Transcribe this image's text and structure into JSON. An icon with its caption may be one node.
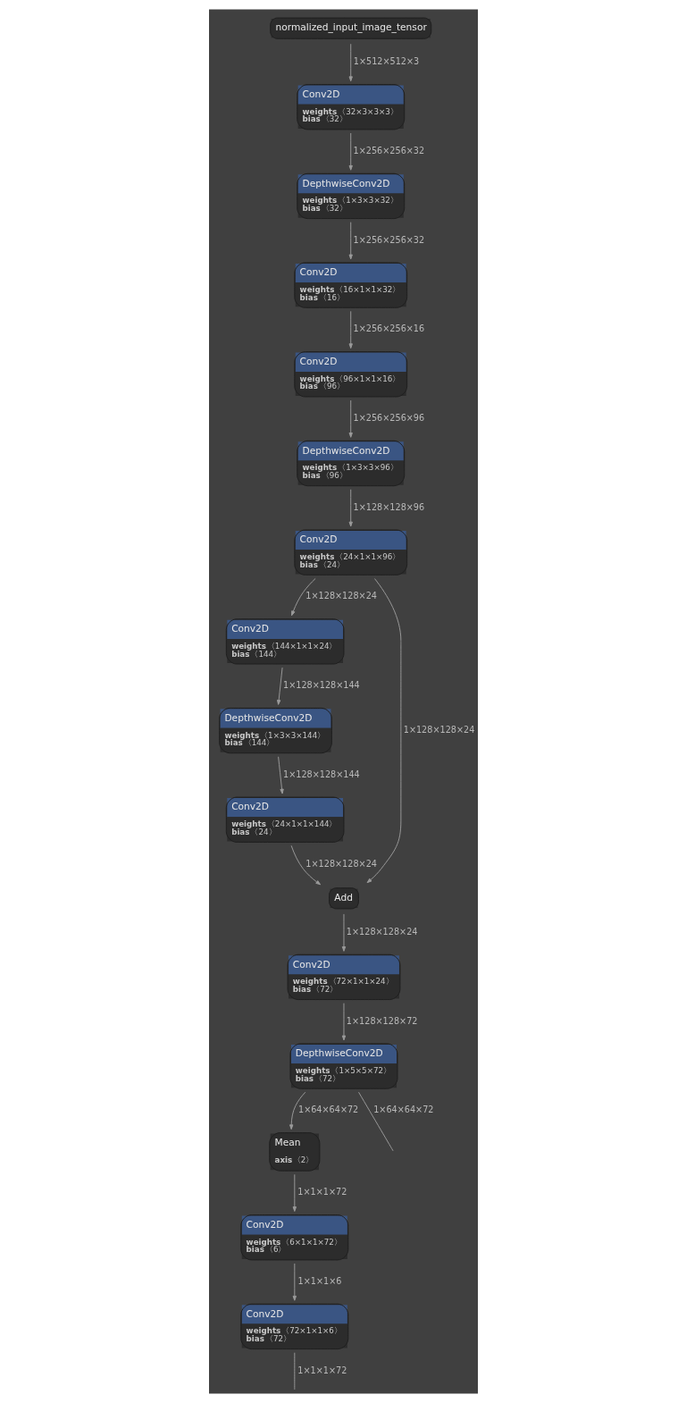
{
  "diagram": {
    "nodes": [
      {
        "text": [
          "normalized_input_image_tensor"
        ]
      },
      {
        "text": [
          "Conv2D",
          "weights〈32×3×3×3〉",
          "bias〈32〉"
        ]
      },
      {
        "text": [
          "DepthwiseConv2D",
          "weights〈1×3×3×32〉",
          "bias〈32〉"
        ]
      },
      {
        "text": [
          "Conv2D",
          "weights〈16×1×1×32〉",
          "bias〈16〉"
        ]
      },
      {
        "text": [
          "Conv2D",
          "weights〈96×1×1×16〉",
          "bias〈96〉"
        ]
      },
      {
        "text": [
          "DepthwiseConv2D",
          "weights〈1×3×3×96〉",
          "bias〈96〉"
        ]
      },
      {
        "text": [
          "Conv2D",
          "weights〈24×1×1×96〉",
          "bias〈24〉"
        ]
      },
      {
        "text": [
          "Conv2D",
          "weights〈144×1×1×24〉",
          "bias〈144〉"
        ]
      },
      {
        "text": [
          "DepthwiseConv2D",
          "weights〈1×3×3×144〉",
          "bias〈144〉"
        ]
      },
      {
        "text": [
          "Conv2D",
          "weights〈24×1×1×144〉",
          "bias〈24〉"
        ]
      },
      {
        "text": [
          "Add"
        ]
      },
      {
        "text": [
          "Conv2D",
          "weights〈72×1×1×24〉",
          "bias〈72〉"
        ]
      },
      {
        "text": [
          "DepthwiseConv2D",
          "weights〈1×5×5×72〉",
          "bias〈72〉"
        ]
      },
      {
        "text": [
          "Mean",
          "axis〈2〉"
        ]
      },
      {
        "text": [
          "Conv2D",
          "weights〈6×1×1×72〉",
          "bias〈6〉"
        ]
      },
      {
        "text": [
          "Conv2D",
          "weights〈72×1×1×6〉",
          "bias〈72〉"
        ]
      }
    ],
    "edges": [
      {
        "from": 0,
        "to": 1,
        "arrow": "to",
        "label": "1×512×512×3"
      },
      {
        "from": 1,
        "to": 2,
        "arrow": "to",
        "label": "1×256×256×32"
      },
      {
        "from": 2,
        "to": 3,
        "arrow": "to",
        "label": "1×256×256×32"
      },
      {
        "from": 3,
        "to": 4,
        "arrow": "to",
        "label": "1×256×256×16"
      },
      {
        "from": 4,
        "to": 5,
        "arrow": "to",
        "label": "1×256×256×96"
      },
      {
        "from": 5,
        "to": 6,
        "arrow": "to",
        "label": "1×128×128×96"
      },
      {
        "from": 6,
        "to": 10,
        "arrow": "to",
        "label": "1×128×128×24"
      },
      {
        "from": 6,
        "to": 7,
        "arrow": "to",
        "label": "1×128×128×24"
      },
      {
        "from": 7,
        "to": 8,
        "arrow": "to",
        "label": "1×128×128×144"
      },
      {
        "from": 8,
        "to": 9,
        "arrow": "to",
        "label": "1×128×128×144"
      },
      {
        "from": 9,
        "to": 10,
        "arrow": "to",
        "label": "1×128×128×24"
      },
      {
        "from": 10,
        "to": 11,
        "arrow": "to",
        "label": "1×128×128×24"
      },
      {
        "from": 11,
        "to": 12,
        "arrow": "to",
        "label": "1×128×128×72"
      },
      {
        "from": 12,
        "to": null,
        "arrow": "none",
        "label": "1×64×64×72"
      },
      {
        "from": 12,
        "to": 13,
        "arrow": "to",
        "label": "1×64×64×72"
      },
      {
        "from": 13,
        "to": 14,
        "arrow": "to",
        "label": "1×1×1×72"
      },
      {
        "from": 14,
        "to": 15,
        "arrow": "to",
        "label": "1×1×1×6"
      },
      {
        "from": 15,
        "to": null,
        "arrow": "none",
        "label": "1×1×1×72"
      }
    ]
  }
}
